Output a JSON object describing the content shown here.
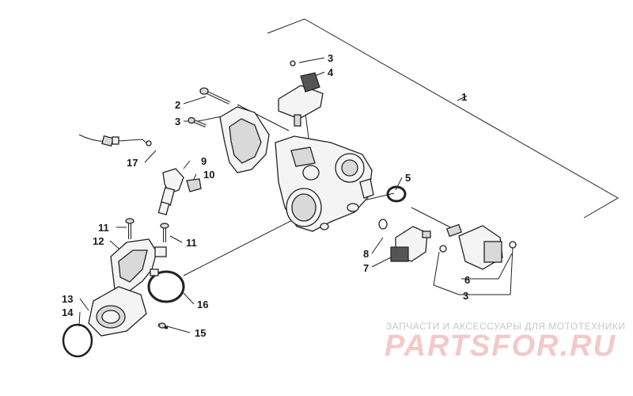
{
  "callouts": {
    "c1": "1",
    "c2": "2",
    "c3a": "3",
    "c3b": "3",
    "c3c": "3",
    "c4": "4",
    "c5": "5",
    "c6": "6",
    "c7": "7",
    "c8": "8",
    "c9": "9",
    "c10": "10",
    "c11a": "11",
    "c11b": "11",
    "c12": "12",
    "c13": "13",
    "c14": "14",
    "c15": "15",
    "c16": "16",
    "c17": "17"
  },
  "watermark": {
    "tagline": "ЗАПЧАСТИ И АКСЕССУАРЫ ДЛЯ МОТОТЕХНИКИ",
    "logo": "PARTSFOR.RU"
  }
}
